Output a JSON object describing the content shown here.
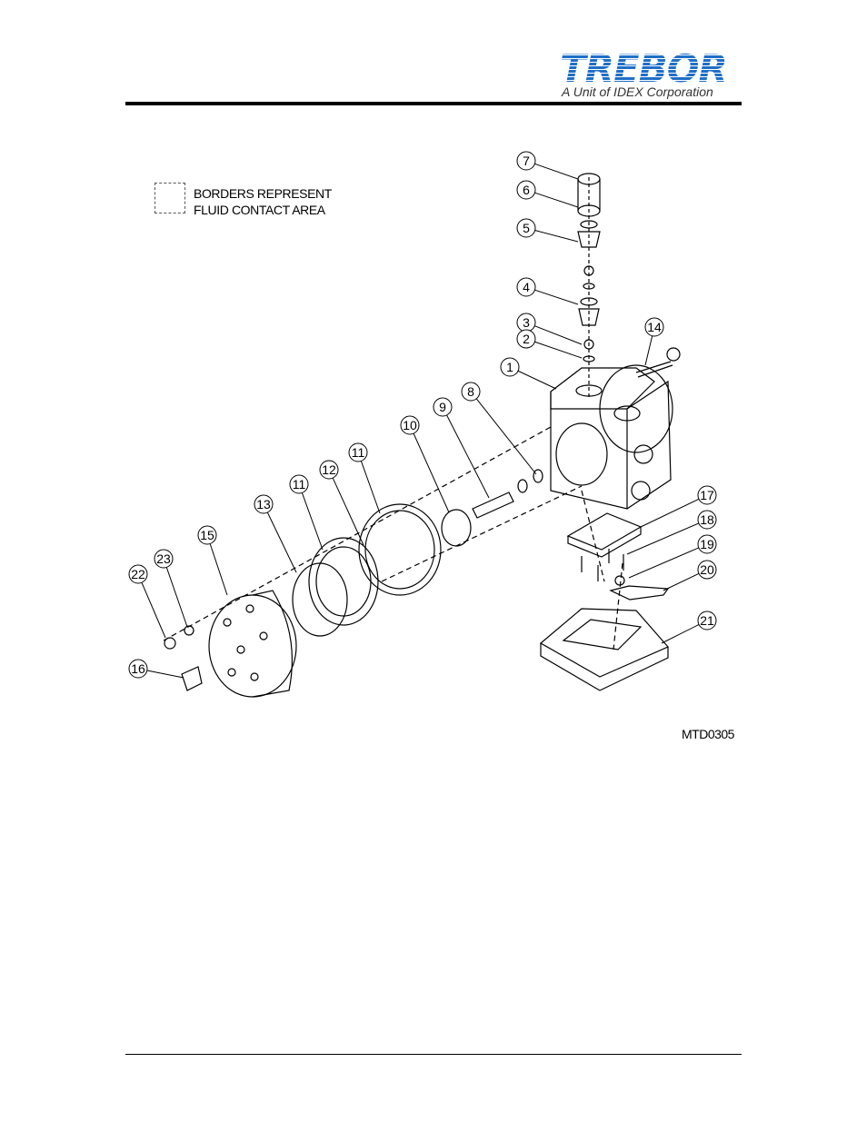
{
  "header": {
    "logo_word": "TREBOR",
    "logo_tagline": "A Unit of IDEX Corporation"
  },
  "legend": {
    "line1": "BORDERS REPRESENT",
    "line2": "FLUID CONTACT AREA"
  },
  "drawing_code": "MTD0305",
  "callouts": [
    "7",
    "6",
    "5",
    "4",
    "3",
    "2",
    "1",
    "14",
    "9",
    "8",
    "10",
    "11",
    "12",
    "11",
    "13",
    "15",
    "23",
    "22",
    "16",
    "17",
    "18",
    "19",
    "20",
    "21"
  ],
  "colors": {
    "brand_blue": "#1f6fc8",
    "line": "#000000"
  }
}
